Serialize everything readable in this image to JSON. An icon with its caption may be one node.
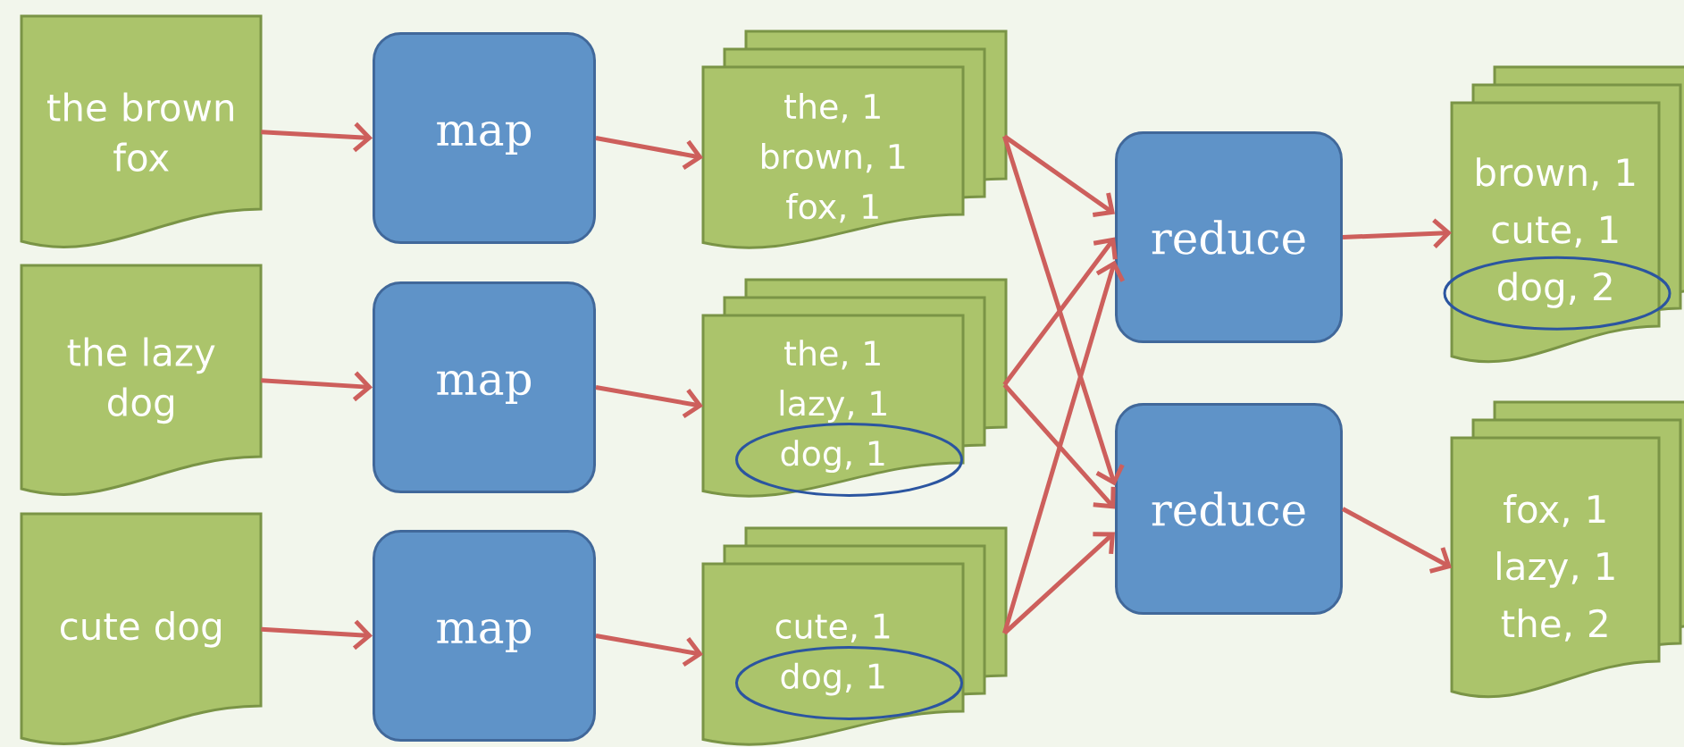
{
  "diagram": {
    "nodes": [
      {
        "text": [
          "the brown fox"
        ]
      },
      {
        "text": [
          "the lazy dog"
        ]
      },
      {
        "text": [
          "cute dog"
        ]
      },
      {
        "text": [
          "map"
        ]
      },
      {
        "text": [
          "map"
        ]
      },
      {
        "text": [
          "map"
        ]
      },
      {
        "text": [
          "the, 1",
          "brown, 1",
          "fox, 1"
        ]
      },
      {
        "text": [
          "the, 1",
          "lazy, 1",
          "dog, 1"
        ]
      },
      {
        "text": [
          "cute, 1",
          "dog, 1"
        ]
      },
      {
        "text": [
          "reduce"
        ]
      },
      {
        "text": [
          "reduce"
        ]
      },
      {
        "text": [
          "brown, 1",
          "cute, 1",
          "dog, 2"
        ]
      },
      {
        "text": [
          "fox, 1",
          "lazy, 1",
          "the, 2"
        ]
      }
    ],
    "edges": [
      {
        "from": 0,
        "to": 3,
        "arrow": "to"
      },
      {
        "from": 1,
        "to": 4,
        "arrow": "to"
      },
      {
        "from": 2,
        "to": 5,
        "arrow": "to"
      },
      {
        "from": 3,
        "to": 6,
        "arrow": "to"
      },
      {
        "from": 4,
        "to": 7,
        "arrow": "to"
      },
      {
        "from": 5,
        "to": 8,
        "arrow": "to"
      },
      {
        "from": 6,
        "to": 9,
        "arrow": "to"
      },
      {
        "from": 6,
        "to": 10,
        "arrow": "to"
      },
      {
        "from": 7,
        "to": 9,
        "arrow": "to"
      },
      {
        "from": 7,
        "to": 10,
        "arrow": "to"
      },
      {
        "from": 8,
        "to": 9,
        "arrow": "to"
      },
      {
        "from": 8,
        "to": 10,
        "arrow": "to"
      },
      {
        "from": 9,
        "to": 11,
        "arrow": "to"
      },
      {
        "from": 10,
        "to": 12,
        "arrow": "to"
      }
    ]
  }
}
